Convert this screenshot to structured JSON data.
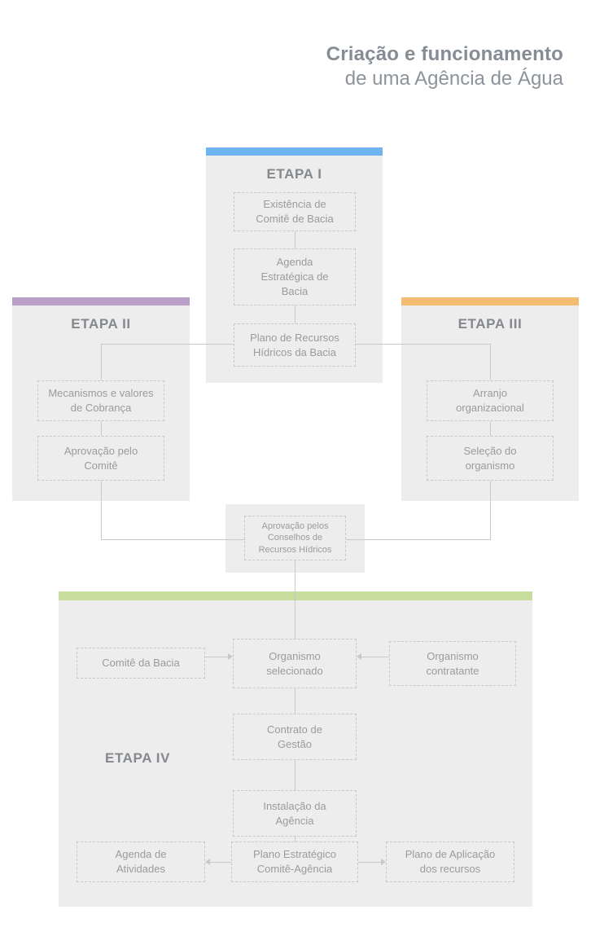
{
  "title": {
    "line1": "Criação e funcionamento",
    "line2": "de uma Agência de Água"
  },
  "colors": {
    "stage1_bar": "#6fb3f0",
    "stage2_bar": "#b79fc7",
    "stage3_bar": "#f4bc71",
    "stage4_bar": "#c6dd9e",
    "panel_bg": "#ededed",
    "connector": "#c9c9c9",
    "box_border": "#c8c8c8",
    "box_text": "#9b9b9b",
    "heading_text": "#85888d",
    "title_bold": "#858c94",
    "title_light": "#8d939a"
  },
  "stages": {
    "etapa1": {
      "label": "ETAPA I",
      "boxes": {
        "existencia": "Existência de\nComitê de Bacia",
        "agenda": "Agenda\nEstratégica de\nBacia",
        "plano": "Plano de Recursos\nHídricos da Bacia"
      }
    },
    "etapa2": {
      "label": "ETAPA II",
      "boxes": {
        "mecanismos": "Mecanismos e valores\nde Cobrança",
        "aprovacao": "Aprovação pelo\nComitê"
      }
    },
    "etapa3": {
      "label": "ETAPA III",
      "boxes": {
        "arranjo": "Arranjo\norganizacional",
        "selecao": "Seleção do\norganismo"
      }
    },
    "conselhos": {
      "box": "Aprovação pelos\nConselhos de\nRecursos Hídricos"
    },
    "etapa4": {
      "label": "ETAPA IV",
      "boxes": {
        "comite": "Comitê da Bacia",
        "selecionado": "Organismo\nselecionado",
        "contratante": "Organismo\ncontratante",
        "contrato": "Contrato de\nGestão",
        "instalacao": "Instalação da\nAgência",
        "agenda": "Agenda de\nAtividades",
        "plano_estrategico": "Plano Estratégico\nComitê-Agência",
        "plano_aplicacao": "Plano de Aplicação\ndos recursos"
      }
    }
  }
}
